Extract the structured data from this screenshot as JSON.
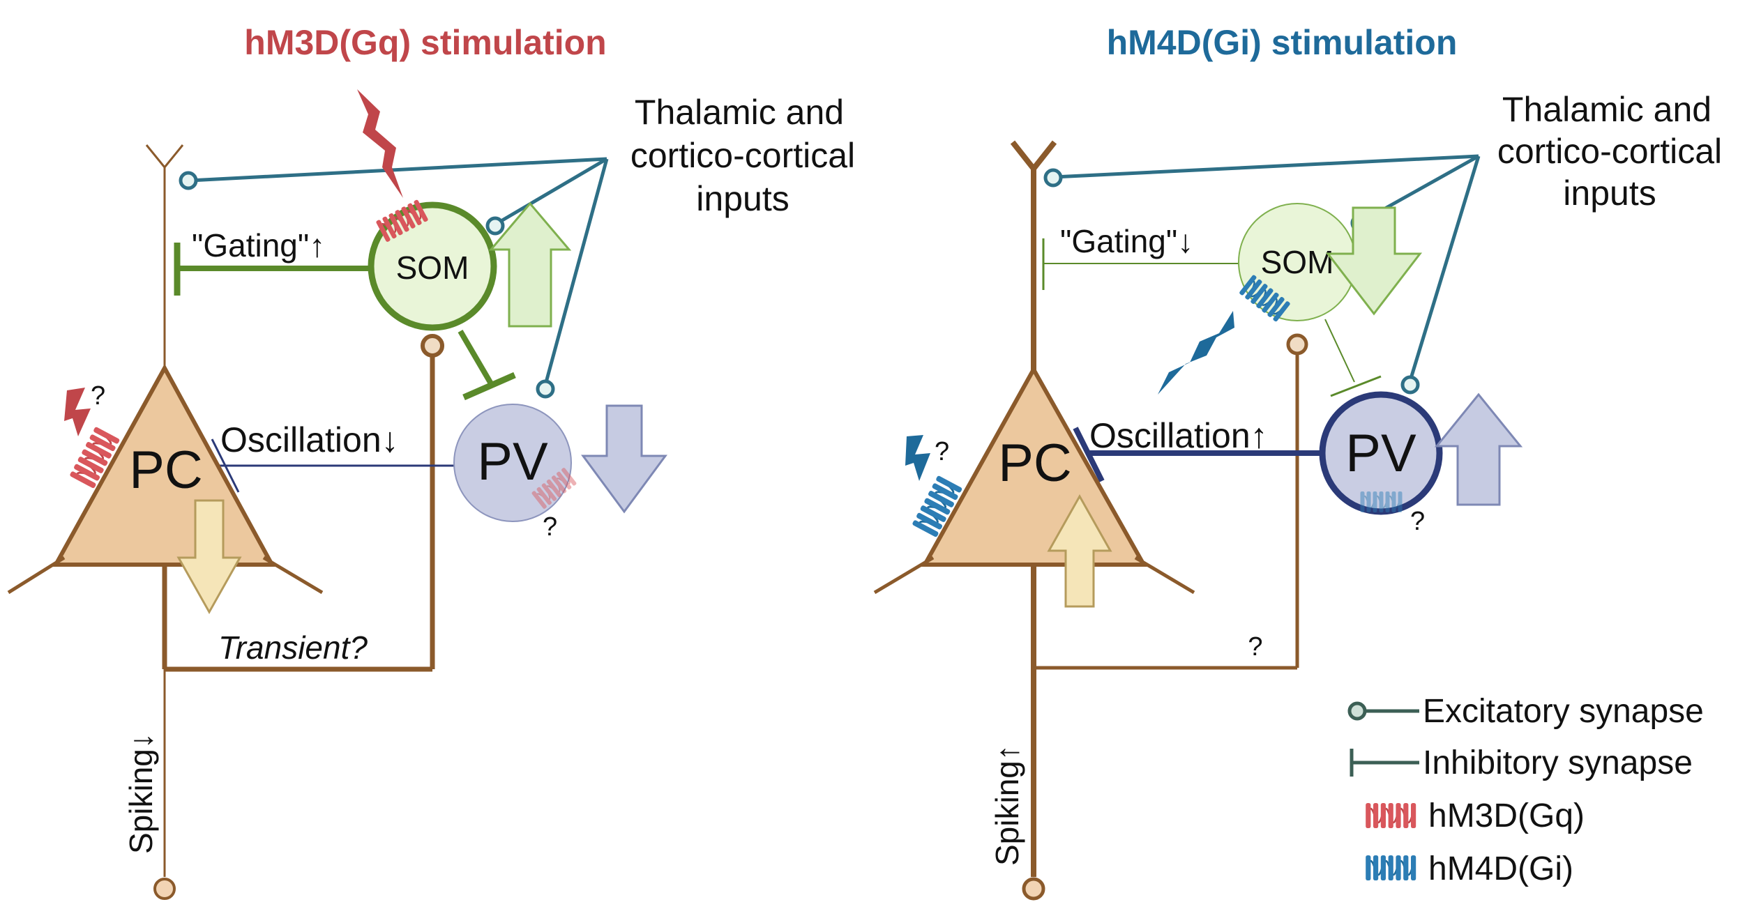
{
  "colors": {
    "gq_red": "#c0464a",
    "gi_blue": "#1e6a9a",
    "teal": "#2e6f86",
    "brown": "#8b5a2b",
    "som_green": "#5a8a2a",
    "pv_navy": "#2b3a78",
    "pc_fill": "#ecc89e",
    "som_fill": "#e9f5d8",
    "pv_fill": "#c9cde3",
    "arrow_green": "#dff0cd",
    "arrow_blue": "#c6cbe2",
    "arrow_tan": "#f5e5b8"
  },
  "left_panel": {
    "title": "hM3D(Gq) stimulation",
    "inputs": [
      "Thalamic and",
      "cortico-cortical",
      "inputs"
    ],
    "gating": "\"Gating\"↑",
    "som": "SOM",
    "pv": "PV",
    "pc": "PC",
    "oscillation": "Oscillation↓",
    "transient": "Transient?",
    "spiking": "Spiking↓",
    "q_pc": "?",
    "q_pv": "?"
  },
  "right_panel": {
    "title": "hM4D(Gi) stimulation",
    "inputs": [
      "Thalamic and",
      "cortico-cortical",
      "inputs"
    ],
    "gating": "\"Gating\"↓",
    "som": "SOM",
    "pv": "PV",
    "pc": "PC",
    "oscillation": "Oscillation↑",
    "q_loop": "?",
    "spiking": "Spiking↑",
    "q_pc": "?",
    "q_pv": "?"
  },
  "legend": {
    "excitatory": "Excitatory synapse",
    "inhibitory": "Inhibitory synapse",
    "gq": "hM3D(Gq)",
    "gi": "hM4D(Gi)"
  }
}
